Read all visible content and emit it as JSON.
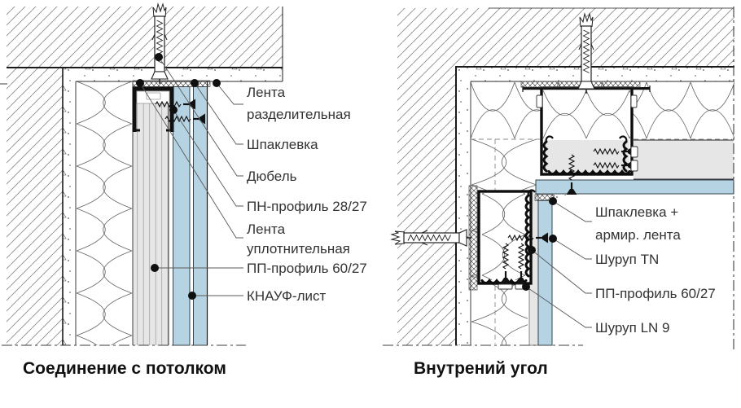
{
  "colors": {
    "drywall_blue": "#b5d3e2",
    "profile_gray": "#e6e6e6",
    "label_text": "#333333",
    "title_text": "#111111"
  },
  "panels": [
    {
      "title": "Соединение с потолком",
      "labels": [
        {
          "lines": [
            "Лента",
            "разделительная"
          ]
        },
        {
          "lines": [
            "Шпаклевка"
          ]
        },
        {
          "lines": [
            "Дюбель"
          ]
        },
        {
          "lines": [
            "ПН-профиль 28/27"
          ]
        },
        {
          "lines": [
            "Лента",
            "уплотнительная"
          ]
        },
        {
          "lines": [
            "ПП-профиль 60/27"
          ]
        },
        {
          "lines": [
            "КНАУФ-лист"
          ]
        }
      ]
    },
    {
      "title": "Внутрений угол",
      "labels": [
        {
          "lines": [
            "Шпаклевка +",
            "армир. лента"
          ]
        },
        {
          "lines": [
            "Шуруп TN"
          ]
        },
        {
          "lines": [
            "ПП-профиль 60/27"
          ]
        },
        {
          "lines": [
            "Шуруп LN 9"
          ]
        }
      ]
    }
  ]
}
